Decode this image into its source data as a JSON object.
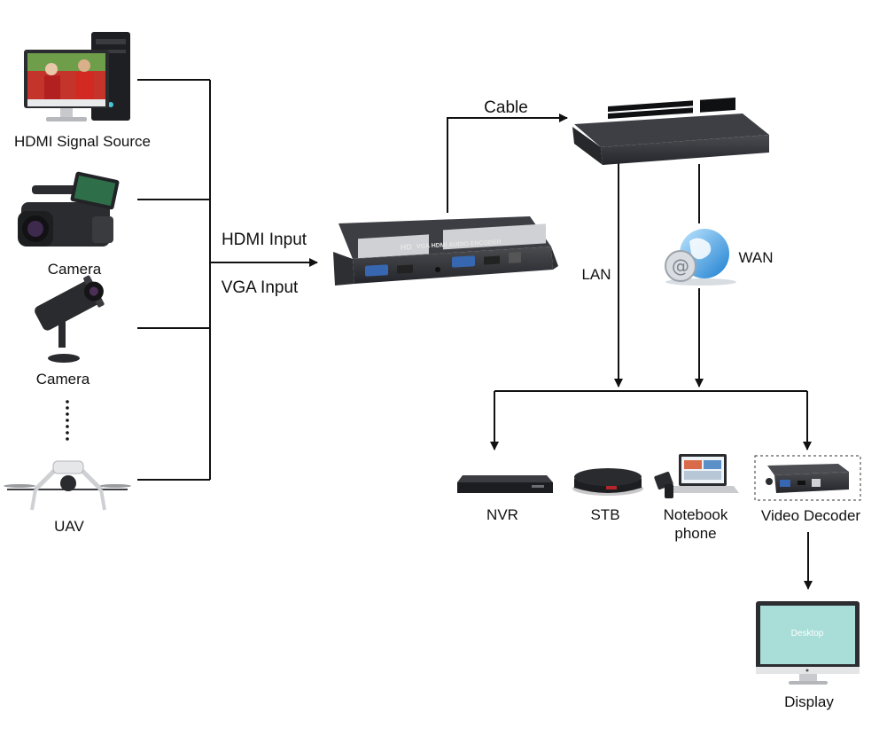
{
  "sources": {
    "hdmi_source": "HDMI Signal Source",
    "camera_1": "Camera",
    "camera_2": "Camera",
    "uav": "UAV"
  },
  "links": {
    "hdmi_input": "HDMI Input",
    "vga_input": "VGA Input",
    "cable": "Cable",
    "lan": "LAN",
    "wan": "WAN"
  },
  "encoder": {
    "front_label": "VGA HDMI AUDIO ENCODER",
    "logo": "HD"
  },
  "outputs": {
    "nvr": "NVR",
    "stb": "STB",
    "notebook_line1": "Notebook",
    "notebook_line2": "phone",
    "decoder": "Video Decoder",
    "display": "Display",
    "screen_text": "Desktop"
  }
}
